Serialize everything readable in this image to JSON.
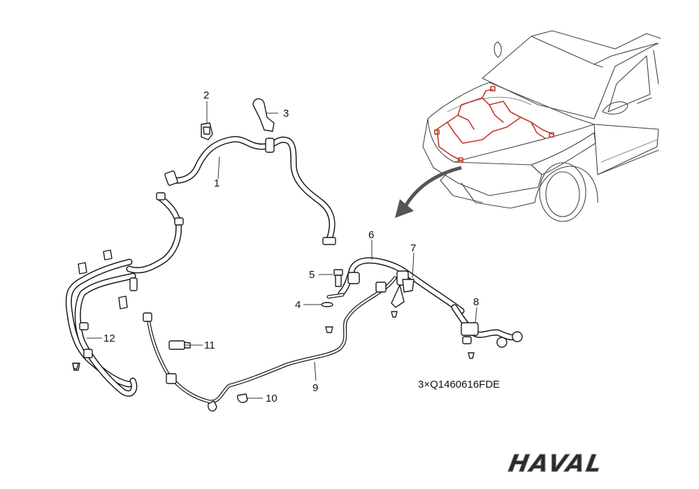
{
  "diagram": {
    "callouts": [
      {
        "id": "1",
        "label": "1"
      },
      {
        "id": "2",
        "label": "2"
      },
      {
        "id": "3",
        "label": "3"
      },
      {
        "id": "4",
        "label": "4"
      },
      {
        "id": "5",
        "label": "5"
      },
      {
        "id": "6",
        "label": "6"
      },
      {
        "id": "7",
        "label": "7"
      },
      {
        "id": "8",
        "label": "8"
      },
      {
        "id": "9",
        "label": "9"
      },
      {
        "id": "10",
        "label": "10"
      },
      {
        "id": "11",
        "label": "11"
      },
      {
        "id": "12",
        "label": "12"
      }
    ],
    "fastener_note": "3×Q1460616FDE",
    "brand_logo": "HAVAL",
    "colors": {
      "line_art": "#1a1a1a",
      "harness_highlight": "#c0392b",
      "arrow": "#555555"
    }
  }
}
